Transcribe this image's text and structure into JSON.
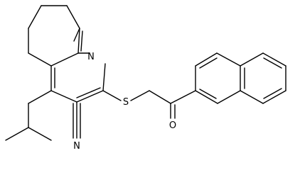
{
  "atoms": {
    "nitrogen_ring": "N",
    "sulfur": "S",
    "oxygen": "O",
    "nitrile_nitrogen": "N"
  },
  "colors": {
    "bond": "#000000",
    "background": "#ffffff"
  }
}
